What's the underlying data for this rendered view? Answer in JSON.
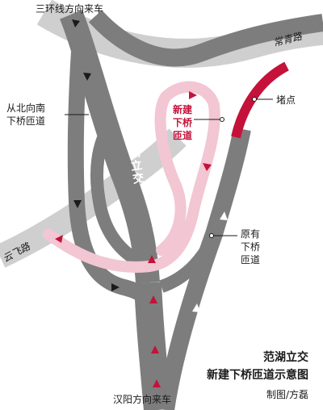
{
  "labels": {
    "north_top": "三环线方向来车",
    "north_ramp": [
      "从北向南",
      "下桥匝道"
    ],
    "new_ramp": [
      "新建",
      "下桥",
      "匝道"
    ],
    "blocked": "堵点",
    "old_ramp": [
      "原有",
      "下桥",
      "匝道"
    ],
    "south_bottom": "汉阳方向来车"
  },
  "roads": {
    "changqing": "常青路",
    "yunfei": "云飞路"
  },
  "interchange_name": "范湖立交",
  "title": {
    "line1": "范湖立交",
    "line2": "新建下桥匝道示意图"
  },
  "credit": "制图/方磊",
  "colors": {
    "road_light": "#cfcfcf",
    "road_dark": "#7d7d7d",
    "new_ramp": "#f2c6d3",
    "blocked": "#c4123a",
    "arrow_red": "#c4123a",
    "arrow_black": "#1a1a1a",
    "arrow_white": "#ffffff"
  }
}
